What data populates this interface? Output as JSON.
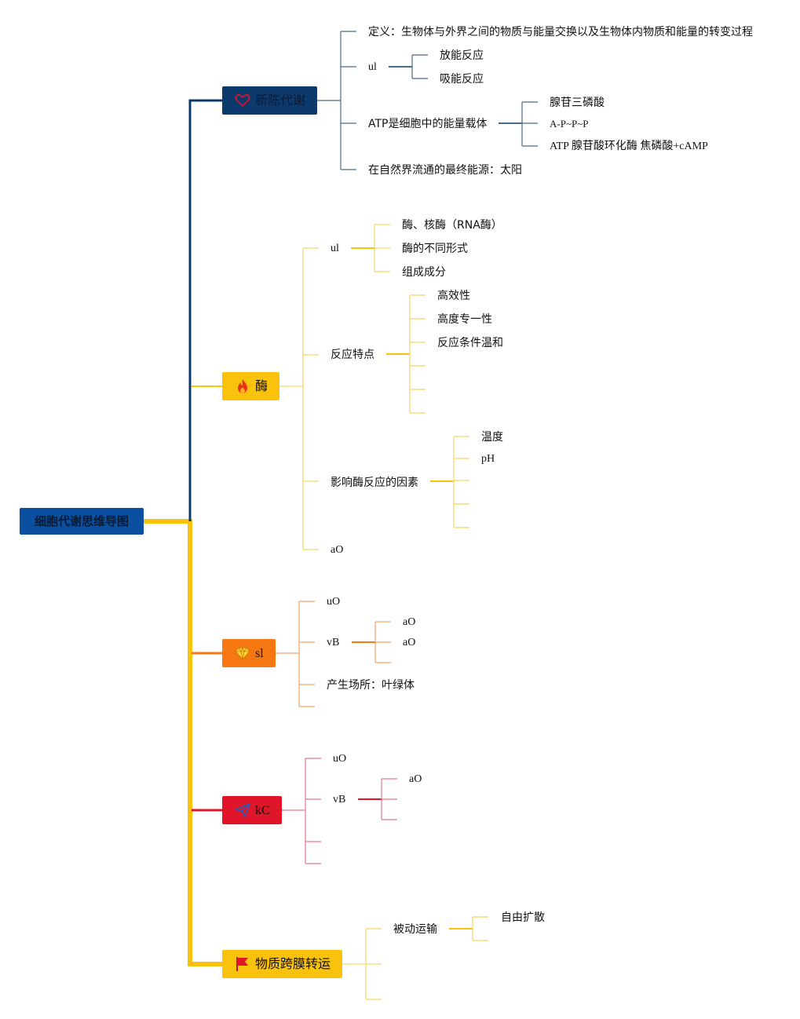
{
  "root": {
    "label": "细胞代谢思维导图"
  },
  "colors": {
    "navy": "#0d3a6c",
    "yellow": "#f9c20d",
    "orange": "#f77813",
    "red": "#e0152a",
    "root": "#0b4fa0"
  },
  "branches": [
    {
      "label": "新陈代谢",
      "icon": "heart-icon",
      "children": {
        "definition": "定义：生物体与外界之间的物质与能量交换以及生物体内物质和能量的转变过程",
        "ul": "ul",
        "ul_items": [
          "放能反应",
          "吸能反应"
        ],
        "atp": "ATP是细胞中的能量载体",
        "atp_items": [
          "腺苷三磷酸",
          "A-P~P~P",
          "ATP 腺苷酸环化酶 焦磷酸+cAMP"
        ],
        "energy": "在自然界流通的最终能源：太阳"
      }
    },
    {
      "label": "酶",
      "icon": "fire-icon",
      "children": {
        "ul": "ul",
        "ul_items": [
          "酶、核酶（RNA酶）",
          "酶的不同形式",
          "组成成分"
        ],
        "features": "反应特点",
        "feature_items": [
          "高效性",
          "高度专一性",
          "反应条件温和"
        ],
        "factors": "影响酶反应的因素",
        "factor_items": [
          "温度",
          "pH"
        ],
        "ao": "aO"
      }
    },
    {
      "label": "sl",
      "icon": "gem-icon",
      "children": {
        "uo": "uO",
        "vb": "vB",
        "vb_items": [
          "aO",
          "aO"
        ],
        "site": "产生场所：叶绿体"
      }
    },
    {
      "label": "kC",
      "icon": "paper-plane-icon",
      "children": {
        "uo": "uO",
        "vb": "vB",
        "vb_items": [
          "aO"
        ]
      }
    },
    {
      "label": "物质跨膜转运",
      "icon": "flag-icon",
      "children": {
        "passive": "被动运输",
        "passive_items": [
          "自由扩散"
        ]
      }
    }
  ]
}
